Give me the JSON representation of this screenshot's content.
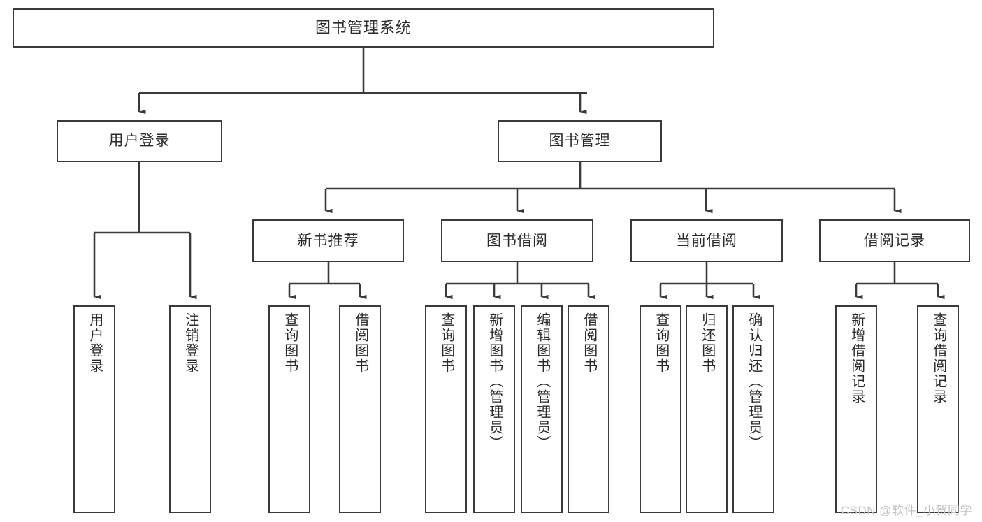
{
  "diagram": {
    "title": "图书管理系统",
    "type": "功能结构图",
    "watermark": "CSDN @软件_小贺同学",
    "colors": {
      "background": "#ffffff",
      "box_border": "#3a3a3a",
      "connector": "#3a3a3a",
      "text": "#2b2b2b",
      "watermark": "#c2c2c2"
    }
  },
  "nodes": {
    "root": {
      "label": "图书管理系统"
    },
    "level1": [
      {
        "label": "用户登录"
      },
      {
        "label": "图书管理"
      }
    ],
    "level2": [
      {
        "label": "新书推荐"
      },
      {
        "label": "图书借阅"
      },
      {
        "label": "当前借阅"
      },
      {
        "label": "借阅记录"
      }
    ],
    "leaves": {
      "user_login": [
        {
          "label": "用户登录"
        },
        {
          "label": "注销登录"
        }
      ],
      "new_book_recommend": [
        {
          "label": "查询图书"
        },
        {
          "label": "借阅图书"
        }
      ],
      "book_borrow": [
        {
          "label": "查询图书"
        },
        {
          "label": "新增图书（管理员）"
        },
        {
          "label": "编辑图书（管理员）"
        },
        {
          "label": "借阅图书"
        }
      ],
      "current_borrow": [
        {
          "label": "查询图书"
        },
        {
          "label": "归还图书"
        },
        {
          "label": "确认归还（管理员）"
        }
      ],
      "borrow_record": [
        {
          "label": "新增借阅记录"
        },
        {
          "label": "查询借阅记录"
        }
      ]
    }
  }
}
